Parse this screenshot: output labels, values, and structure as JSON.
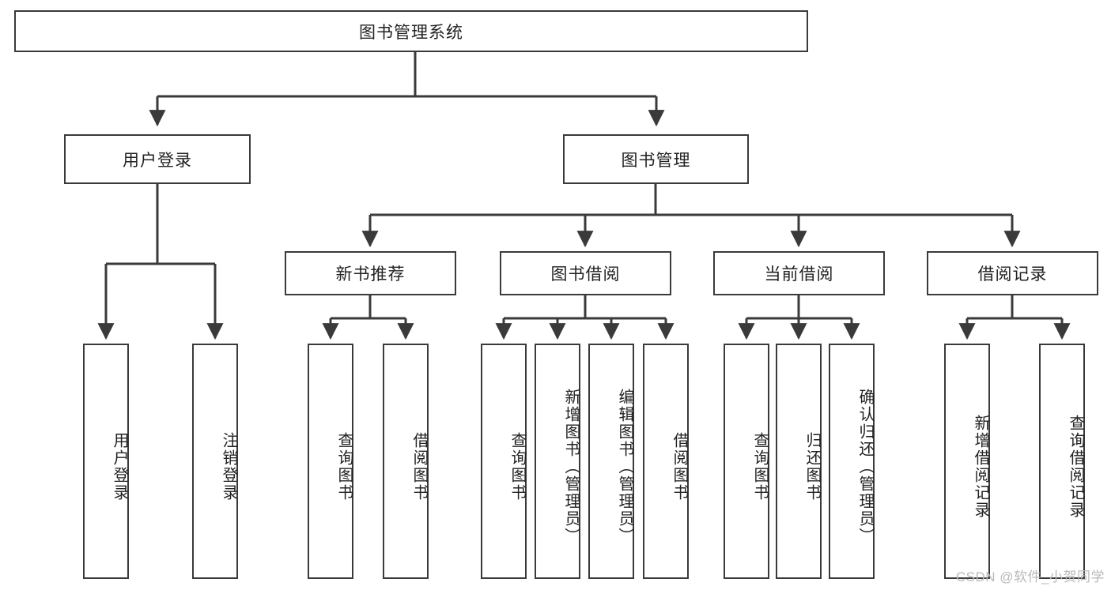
{
  "diagram": {
    "type": "tree-hierarchy-chart",
    "title": "图书管理系统",
    "orientation": "top-down",
    "colors": {
      "background": "#ffffff",
      "box_border": "#3a3a3a",
      "box_fill": "#ffffff",
      "connector": "#3a3a3a",
      "text": "#222222",
      "watermark": "#b9b9b9"
    },
    "root": {
      "label": "图书管理系统",
      "text_orientation": "horizontal"
    },
    "level1": [
      {
        "label": "用户登录",
        "text_orientation": "horizontal"
      },
      {
        "label": "图书管理",
        "text_orientation": "horizontal"
      }
    ],
    "level2": [
      {
        "label": "新书推荐",
        "text_orientation": "horizontal",
        "parent": "图书管理"
      },
      {
        "label": "图书借阅",
        "text_orientation": "horizontal",
        "parent": "图书管理"
      },
      {
        "label": "当前借阅",
        "text_orientation": "horizontal",
        "parent": "图书管理"
      },
      {
        "label": "借阅记录",
        "text_orientation": "horizontal",
        "parent": "图书管理"
      }
    ],
    "leaves": {
      "user_login": [
        {
          "label": "用户登录",
          "text_orientation": "vertical"
        },
        {
          "label": "注销登录",
          "text_orientation": "vertical"
        }
      ],
      "new_book_recommend": [
        {
          "label": "查询图书",
          "text_orientation": "vertical"
        },
        {
          "label": "借阅图书",
          "text_orientation": "vertical"
        }
      ],
      "book_borrow": [
        {
          "label": "查询图书",
          "text_orientation": "vertical"
        },
        {
          "label": "新增图书（管理员）",
          "text_orientation": "vertical"
        },
        {
          "label": "编辑图书（管理员）",
          "text_orientation": "vertical"
        },
        {
          "label": "借阅图书",
          "text_orientation": "vertical"
        }
      ],
      "current_borrow": [
        {
          "label": "查询图书",
          "text_orientation": "vertical"
        },
        {
          "label": "归还图书",
          "text_orientation": "vertical"
        },
        {
          "label": "确认归还（管理员）",
          "text_orientation": "vertical"
        }
      ],
      "borrow_record": [
        {
          "label": "新增借阅记录",
          "text_orientation": "vertical"
        },
        {
          "label": "查询借阅记录",
          "text_orientation": "vertical"
        }
      ]
    }
  },
  "watermark": {
    "text": "CSDN @软件_小贺同学"
  }
}
